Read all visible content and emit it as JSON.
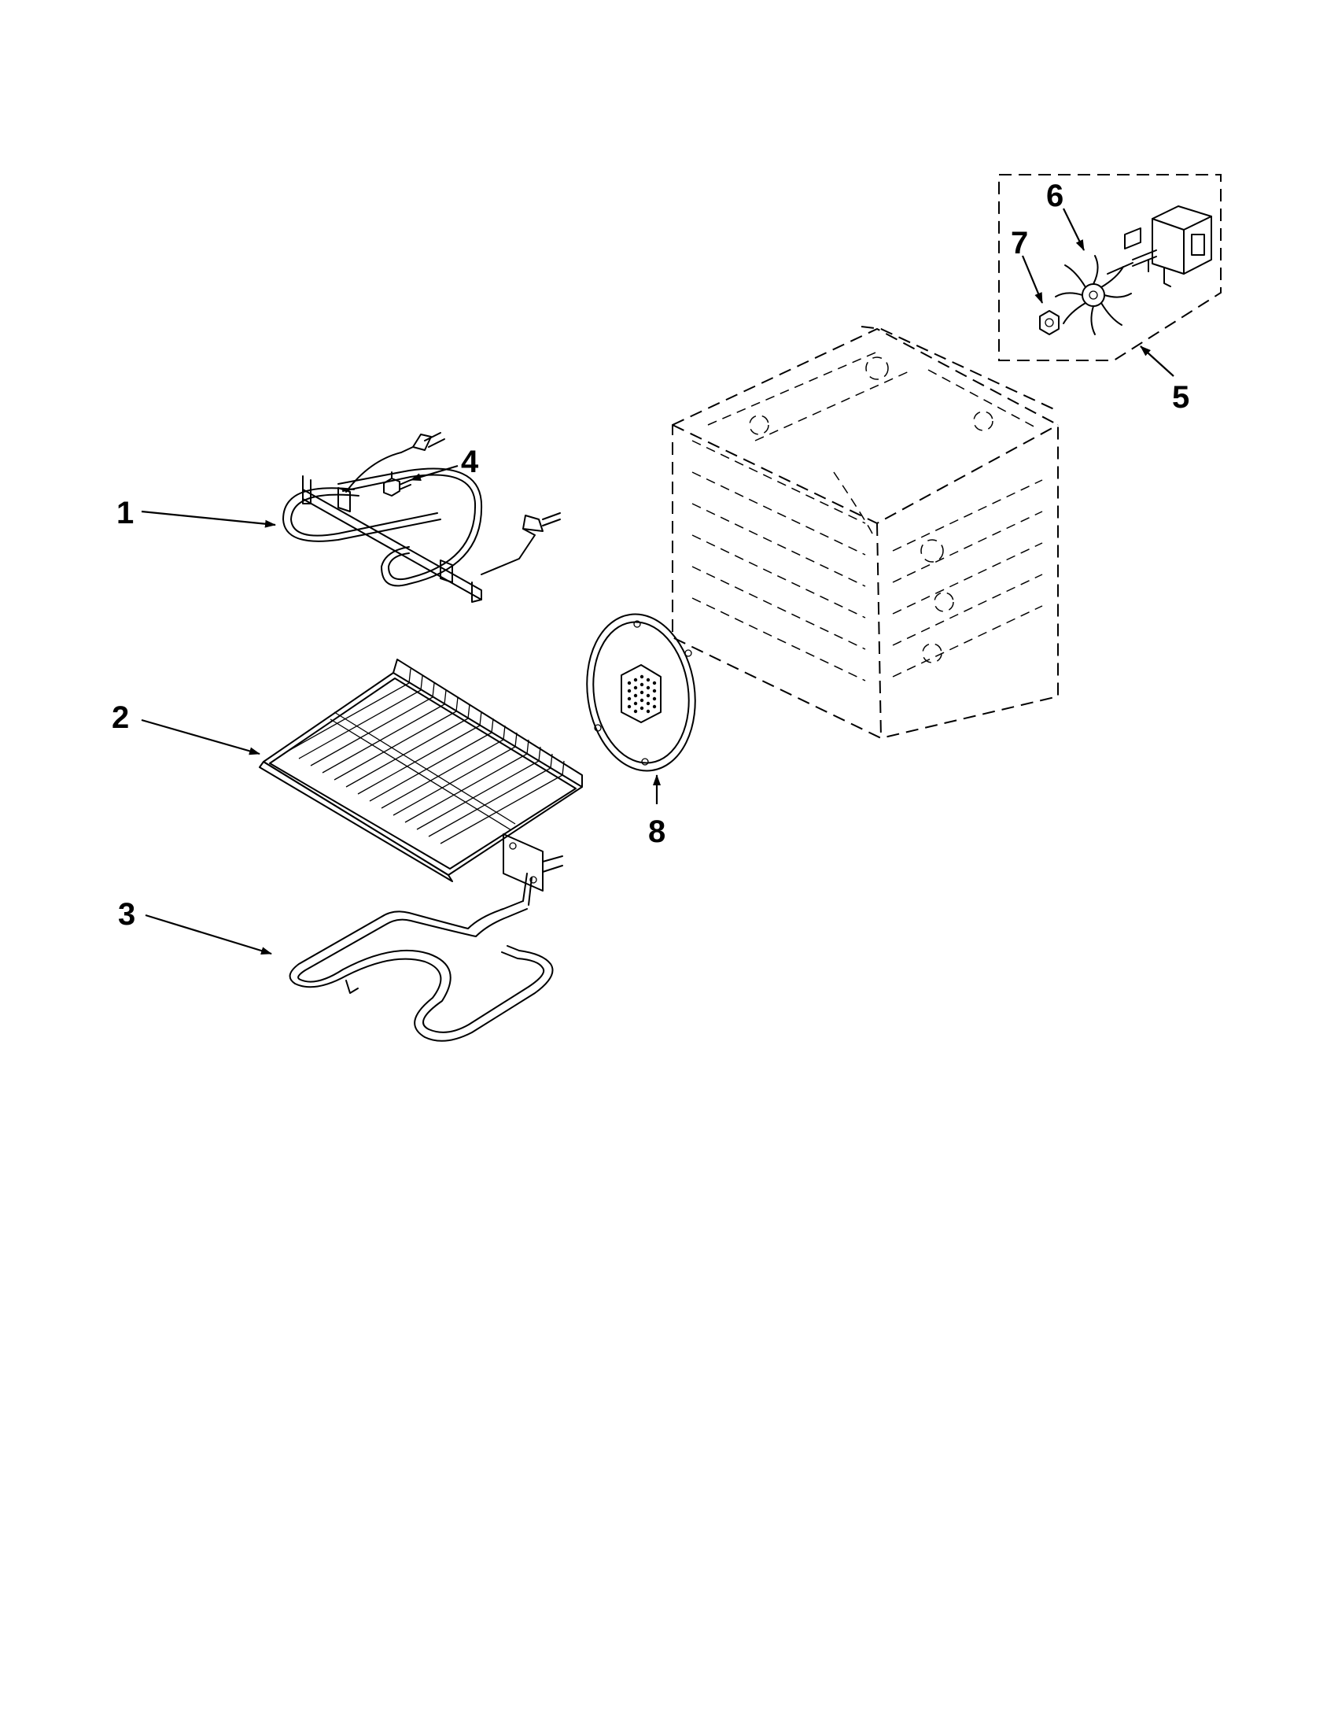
{
  "callouts": [
    {
      "id": "1",
      "label": "1",
      "part": "broil-element"
    },
    {
      "id": "2",
      "label": "2",
      "part": "oven-rack"
    },
    {
      "id": "3",
      "label": "3",
      "part": "bake-element"
    },
    {
      "id": "4",
      "label": "4",
      "part": "oven-sensor"
    },
    {
      "id": "5",
      "label": "5",
      "part": "convection-fan-motor-assembly"
    },
    {
      "id": "6",
      "label": "6",
      "part": "convection-fan-blade"
    },
    {
      "id": "7",
      "label": "7",
      "part": "fan-nut"
    },
    {
      "id": "8",
      "label": "8",
      "part": "fan-cover"
    }
  ]
}
